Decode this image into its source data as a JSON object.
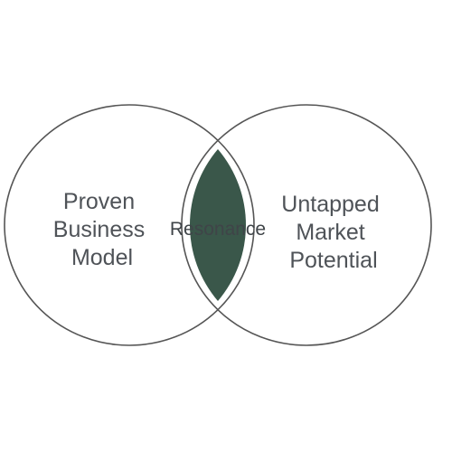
{
  "diagram": {
    "left_set": {
      "lines": [
        "Proven",
        "Business",
        "Model"
      ]
    },
    "right_set": {
      "lines": [
        "Untapped",
        "Market",
        "Potential"
      ]
    },
    "overlap": {
      "label": "Resonance"
    },
    "colors": {
      "outline": "#555555",
      "overlap_fill": "#3a574a",
      "text": "#4f5358",
      "background": "#ffffff"
    }
  }
}
